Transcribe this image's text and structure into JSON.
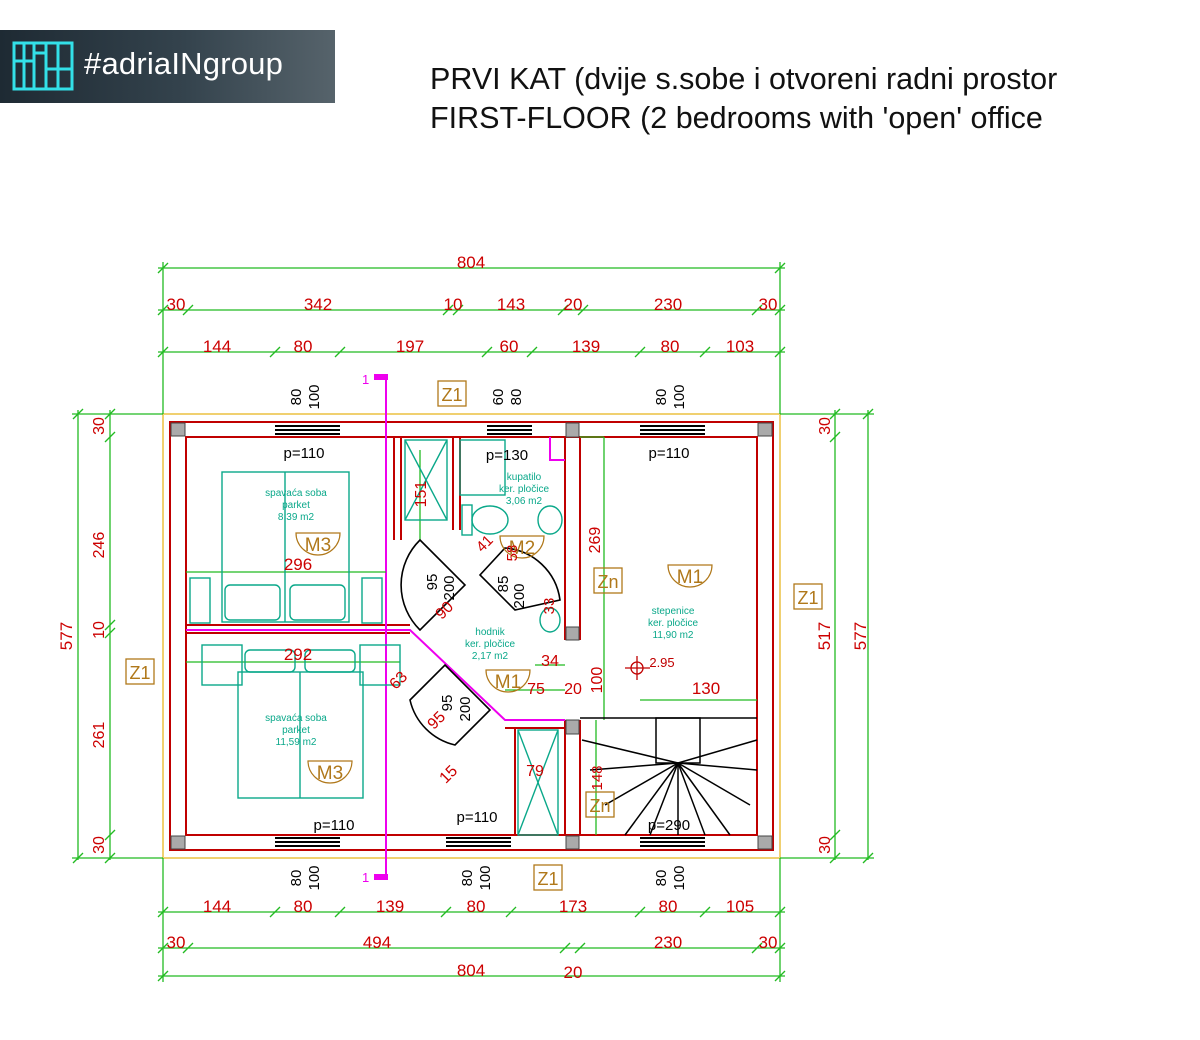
{
  "header": {
    "brand": "#adriaINgroup",
    "title_hr": "PRVI KAT (dvije s.sobe i otvoreni radni prostor",
    "title_en": "FIRST-FLOOR (2 bedrooms with 'open' office"
  },
  "colors": {
    "dimension": "#22bb22",
    "wall": "#c00000",
    "text": "#cc0000",
    "furniture": "#0aa88a",
    "section": "#ee00ee"
  },
  "dims": {
    "top_total": "804",
    "top_row2": [
      "30",
      "342",
      "10",
      "143",
      "20",
      "230",
      "30"
    ],
    "top_row3": [
      "144",
      "80",
      "197",
      "60",
      "139",
      "80",
      "103"
    ],
    "bottom_row1": [
      "144",
      "80",
      "139",
      "80",
      "173",
      "80",
      "105"
    ],
    "bottom_row2": [
      "30",
      "494",
      "20",
      "230",
      "30"
    ],
    "bottom_total": "804",
    "bottom_total_sub": "20",
    "left_outer": "577",
    "left_inner": [
      "30",
      "246",
      "10",
      "261",
      "30"
    ],
    "right_inner": [
      "30",
      "517",
      "30"
    ],
    "right_outer": "577"
  },
  "windows": {
    "top": [
      [
        "80",
        "100"
      ],
      [
        "60",
        "80"
      ],
      [
        "80",
        "100"
      ]
    ],
    "bottom": [
      [
        "80",
        "100"
      ],
      [
        "80",
        "100"
      ],
      [
        "80",
        "100"
      ]
    ]
  },
  "labels": {
    "z1": "Z1",
    "zn": "Zn",
    "section_mark": "1",
    "p110": "p=110",
    "p130": "p=130",
    "p290": "p=290",
    "m1": "M1",
    "m2": "M2",
    "m3": "M3",
    "level": "2.95"
  },
  "rooms": {
    "bedroom1": [
      "spavaća soba",
      "parket",
      "8,39 m2"
    ],
    "bedroom2": [
      "spavaća soba",
      "parket",
      "11,59 m2"
    ],
    "bathroom": [
      "kupatilo",
      "ker. pločice",
      "3,06 m2"
    ],
    "hall": [
      "hodnik",
      "ker. pločice",
      "2,17 m2"
    ],
    "stairs": [
      "stepenice",
      "ker. pločice",
      "11,90 m2"
    ]
  },
  "inner_dims": {
    "d151": "151",
    "d296": "296",
    "d292": "292",
    "d95": "95",
    "d200": "200",
    "d90": "90",
    "d41": "41",
    "d85": "85",
    "d58": "58",
    "d33": "33",
    "d269": "269",
    "d34": "34",
    "d75": "75",
    "d20": "20",
    "d100": "100",
    "d130": "130",
    "d63": "63",
    "d15": "15",
    "d79": "79",
    "d148": "148"
  }
}
